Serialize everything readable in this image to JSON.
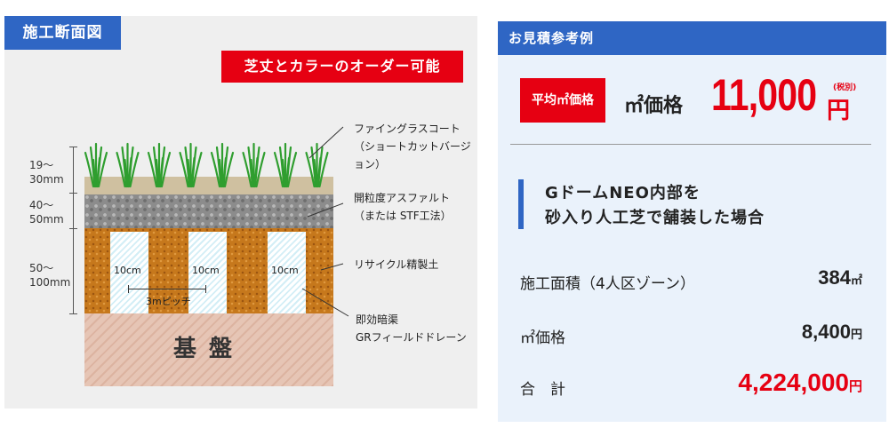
{
  "left": {
    "tab_title": "施工断面図",
    "banner": "芝丈とカラーのオーダー可能",
    "dimensions": [
      {
        "line1": "19～",
        "line2": "30mm"
      },
      {
        "line1": "40～",
        "line2": "50mm"
      },
      {
        "line1": "50～",
        "line2": "100mm"
      }
    ],
    "drain_labels": [
      "10cm",
      "10cm",
      "10cm"
    ],
    "pitch": "3mピッチ",
    "base": "基盤",
    "callouts": [
      {
        "line1": "ファイングラスコート",
        "line2": "（ショートカットバージョン）"
      },
      {
        "line1": "開粒度アスファルト",
        "line2": "（または STF工法）"
      },
      {
        "line1": "リサイクル精製土",
        "line2": ""
      },
      {
        "line1": "即効暗渠",
        "line2": "GRフィールドドレーン"
      }
    ],
    "colors": {
      "grass": "#2f9e2f",
      "accent_blue": "#2f66c4",
      "accent_red": "#e60012"
    }
  },
  "right": {
    "header": "お見積参考例",
    "avg_badge": "平均㎡価格",
    "price_label": "㎡価格",
    "price_value": "11,000",
    "price_unit": "円",
    "tax_note": "(税別)",
    "case_line1": "GドームNEO内部を",
    "case_line2": "砂入り人工芝で舗装した場合",
    "rows": [
      {
        "label": "施工面積（4人区ゾーン）",
        "value": "384",
        "unit": "㎡"
      },
      {
        "label": "㎡価格",
        "value": "8,400",
        "unit": "円"
      },
      {
        "label": "合　計",
        "value": "4,224,000",
        "unit": "円"
      }
    ]
  }
}
